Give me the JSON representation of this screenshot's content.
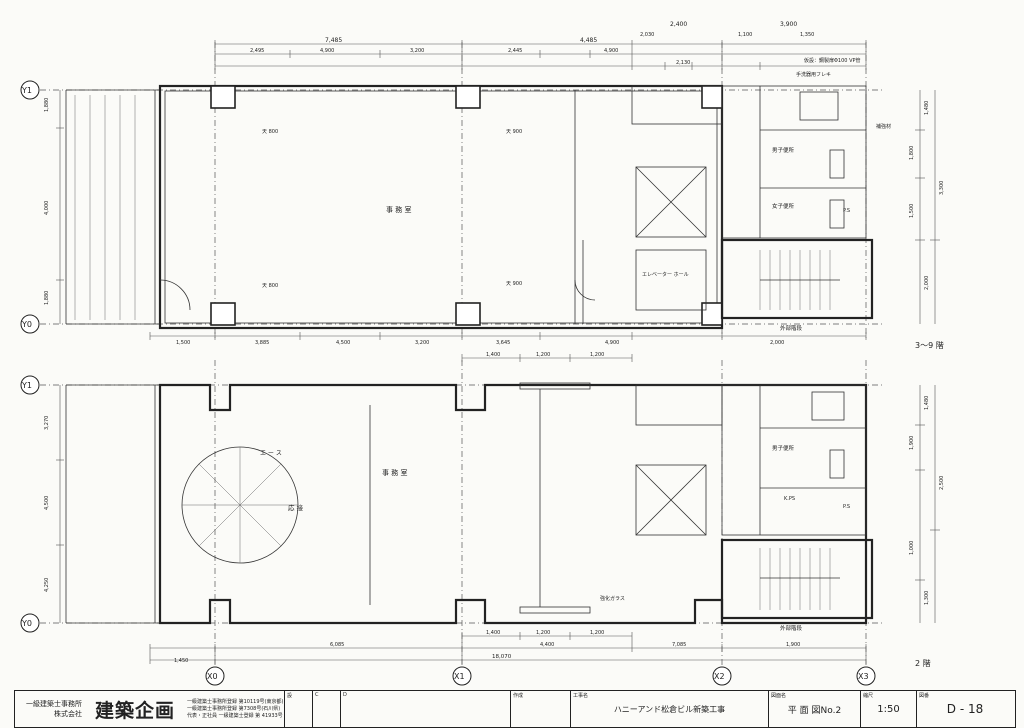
{
  "grid": {
    "rows": [
      "Y1",
      "Y0"
    ],
    "cols": [
      "X0",
      "X1",
      "X2",
      "X3"
    ]
  },
  "plan_upper": {
    "floor_label": "3～9 階",
    "room_office": "事 務 室",
    "elevator_hall": "エレベーター ホール",
    "men_wc": "男子便所",
    "women_wc": "女子便所",
    "stair_label": "外部階段",
    "ps_label": "P.S",
    "dims_top": [
      "7,485",
      "4,485",
      "2,400",
      "3,900"
    ],
    "dims_sub": [
      "2,495",
      "4,900",
      "3,200",
      "2,445",
      "4,900",
      "2,030",
      "1,100",
      "2,130",
      "1,350"
    ],
    "dims_bottom": [
      "1,500",
      "3,885",
      "4,500",
      "3,200",
      "3,645",
      "4,900",
      "2,000"
    ],
    "dims_left": [
      "1,880",
      "4,000",
      "1,880"
    ],
    "dims_right": [
      "1,480",
      "1,800",
      "3,300",
      "1,500",
      "2,000"
    ],
    "notes": [
      "仮設：鋼製扉Φ100 VP管",
      "手洗器用フレキ",
      "補強材"
    ],
    "finish_notes": [
      "天 800",
      "天 900"
    ]
  },
  "plan_lower": {
    "floor_label": "2 階",
    "room_office": "事 務 室",
    "room_lounge": "応 接",
    "room_entrance": "エ ー ス",
    "men_wc": "男子便所",
    "ps_label": "P.S",
    "kps_label": "K.PS",
    "stair_label": "外部階段",
    "glass_label": "強化ガラス",
    "dims_top": [
      "1,400",
      "1,200",
      "1,200"
    ],
    "dims_bottom": [
      "1,400",
      "1,200",
      "1,200",
      "6,085",
      "4,400",
      "7,085",
      "1,900"
    ],
    "dims_total": "18,070",
    "dims_left": [
      "3,270",
      "4,500",
      "4,250"
    ],
    "dims_right": [
      "1,480",
      "1,900",
      "2,500",
      "1,000",
      "1,300"
    ],
    "dim_first": "1,450"
  },
  "titleblock": {
    "firm_line1": "一級建築士事務所",
    "firm_line2": "株式会社",
    "firm_name": "建築企画",
    "firm_reg": [
      "一級建築士事務所登録 第10119号(東京都)",
      "一級建築士事務所登録 第7308号(石川県)",
      "代表・正社員 一級建築士登録 第 41933号"
    ],
    "col_a": "設",
    "col_b": "C",
    "col_c": "D",
    "sakusha_lab": "作成",
    "project_lab": "工事名",
    "project": "ハニーアンド松倉ビル新築工事",
    "drawing_lab": "図面名",
    "drawing_name": "平 面 図No.2",
    "scale_lab": "縮尺",
    "scale": "1:50",
    "num_lab": "図番",
    "num": "D - 18"
  }
}
